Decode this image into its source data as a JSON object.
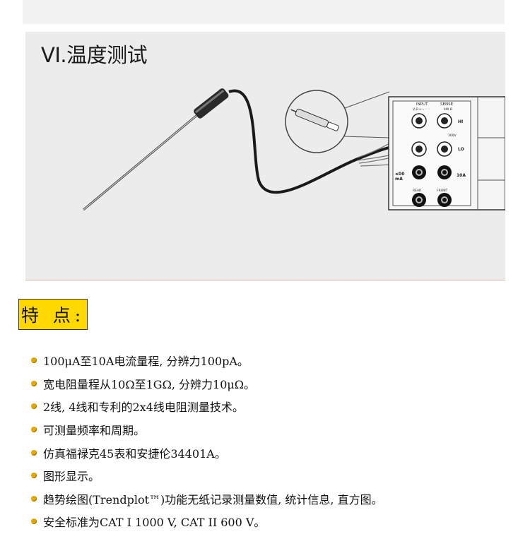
{
  "section": {
    "title": "VI.温度测试"
  },
  "meter_labels": {
    "input": "INPUT",
    "input_sub": "V Ω ═ ─ ◦ ◦",
    "sense": "SENSE",
    "sense_sub": "4W Ω",
    "hi": "HI",
    "lo": "LO",
    "v300": "300V",
    "ma_top": "≤00",
    "ma_bottom": "mA",
    "a10": "10A",
    "rear": "REAR",
    "front": "FRONT"
  },
  "features": {
    "label": "特 点:",
    "items": [
      "100μA至10A电流量程, 分辨力100pA。",
      "宽电阻量程从10Ω至1GΩ, 分辨力10μΩ。",
      "2线, 4线和专利的2x4线电阻测量技术。",
      "可测量频率和周期。",
      "仿真福禄克45表和安捷伦34401A。",
      "图形显示。",
      "趋势绘图(Trendplot™)功能无纸记录测量数值, 统计信息, 直方图。",
      "安全标准为CAT I 1000 V, CAT II 600 V。"
    ]
  }
}
